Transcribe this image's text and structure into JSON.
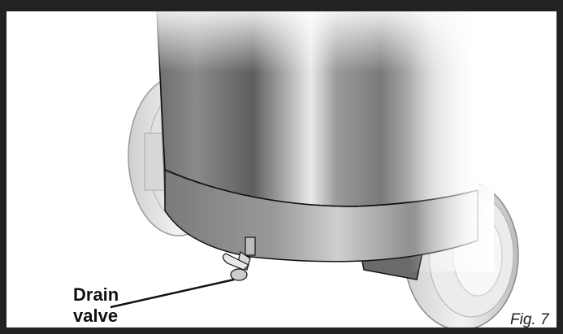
{
  "callout": {
    "line1": "Drain",
    "line2": "valve"
  },
  "figure": {
    "label": "Fig. 7"
  },
  "colors": {
    "frame": "#222222",
    "tank_dark": "#5a5a5a",
    "tank_light": "#e6e6e6",
    "outline": "#111111"
  },
  "illustration": {
    "subject": "air compressor tank underside with wheels and drain valve"
  }
}
